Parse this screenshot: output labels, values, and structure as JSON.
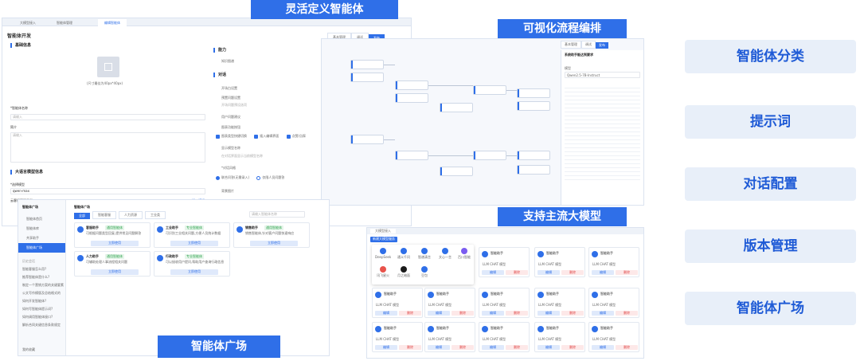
{
  "tags": {
    "define": "灵活定义智能体",
    "flow": "可视化流程编排",
    "models": "支持主流大模型",
    "square": "智能体广场"
  },
  "right_menu": [
    "智能体分类",
    "提示词",
    "对话配置",
    "版本管理",
    "智能体广场"
  ],
  "editor": {
    "tabs": [
      "大模型接入",
      "智能体管理",
      "编辑智能体"
    ],
    "page_title": "智能体开发",
    "basic_info": "基础信息",
    "upload_hint": "(尺寸最佳为40px*40px)",
    "name_label": "*智能体名称",
    "name_placeholder": "请输入",
    "intro_label": "简介",
    "intro_placeholder": "请输入",
    "model_section": "大语言模型信息",
    "model_label": "*选择模型",
    "model_value": "qwen-max",
    "prompt_label": "云客服管理示例",
    "prompt_link": "插入模板",
    "ability": "能力",
    "kb": "知识图谱",
    "dialog": "对话",
    "opening": "开场白设置",
    "preset_q": "预置问题设置",
    "preset_placeholder": "开场问题预设选项",
    "suggest": "用户问题建议",
    "show_settings": "图表功能按钮",
    "checks": [
      "图表类型快捷切换",
      "插入编辑界面",
      "点赞/点踩"
    ],
    "display_name": "显示模型名称",
    "display_desc": "在对话界面显示当前模型名称",
    "reply_style": "*对话风格",
    "radios": [
      "联合问答(无需录入)",
      "仅限人员问题答"
    ],
    "bg": "背景图片",
    "top_tabs": [
      "基本管理",
      "调试",
      "发布"
    ]
  },
  "square": {
    "side_title": "智能体广场",
    "side_items": [
      "智能体首页",
      "智能体库",
      "共享助手",
      "智能体广场"
    ],
    "history_title": "历史会话",
    "history": [
      "智能客服怎么用?",
      "推荐智能体是什么?",
      "制定一个营销方案的关键要素",
      "公文写作模版及总结格式的",
      "如何开发智能体?",
      "如何写智能体提示词?",
      "如何调用智能体接口?",
      "解析合同关键信息条款规定"
    ],
    "footer": "我的收藏",
    "main_title": "智能体广场",
    "filters": [
      "全部",
      "智能客服",
      "人力资源",
      "工业类"
    ],
    "search_placeholder": "请输入智能体名称",
    "cards": [
      {
        "name": "客服助手",
        "badge": "通用智能体",
        "desc": "可根据问题类型回复,提供常见问题解答"
      },
      {
        "name": "工业助手",
        "badge": "专业智能体",
        "desc": "可识别工业相关问题,方便人员统计数据"
      },
      {
        "name": "销售助手",
        "badge": "通用智能体",
        "desc": "销售智能体,针对客户问题快速响应"
      },
      {
        "name": "人力助手",
        "badge": "通用智能体",
        "desc": "可辅助处理人事流程相关问题"
      },
      {
        "name": "行政助手",
        "badge": "专业智能体",
        "desc": "可以接收用户提问,帮助用户查询行政信息"
      }
    ],
    "card_button": "立即使用"
  },
  "flow": {
    "tabs": [
      "基本管理",
      "调试",
      "发布"
    ],
    "side_title": "系统助手能达到要求",
    "side_sub": "模型",
    "side_model": "Qwen2.5-7B-Instruct"
  },
  "models": {
    "tab": "大模型接入",
    "add_btn": "新建大模型服务",
    "providers": [
      "DeepSeek",
      "通义千问",
      "智谱清言",
      "文心一言",
      "百川智能",
      "讯飞星火",
      "月之暗面",
      "豆包"
    ],
    "card_title": "智能助手",
    "card_labels": [
      "LLM",
      "CHAT",
      "模型"
    ],
    "card_btn_edit": "编辑",
    "card_btn_del": "删除"
  },
  "colors": {
    "accent": "#2f6fe8",
    "tag_bg": "#2f6fe8",
    "menu_bg": "#e8eff9",
    "menu_text": "#1f5bd6"
  }
}
